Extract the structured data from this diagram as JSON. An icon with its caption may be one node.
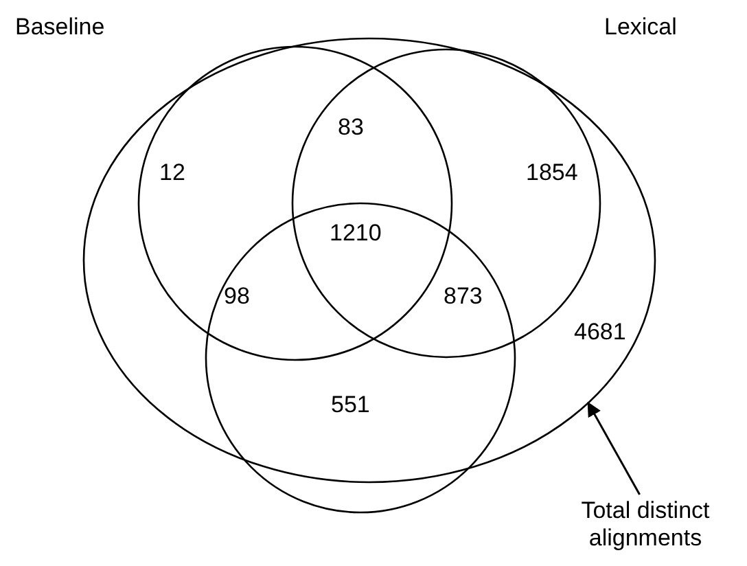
{
  "diagram": {
    "nodes": [
      {
        "text": [
          "4681"
        ]
      },
      {
        "text": [
          "Baseline"
        ],
        "in": 0
      },
      {
        "text": [
          "Lexical"
        ],
        "in": 0
      },
      {
        "text": [],
        "shape": "circle"
      },
      {
        "text": [
          "Total distinct alignments"
        ]
      }
    ],
    "edges": [
      {
        "from": 4,
        "to": 0,
        "arrow": "to"
      }
    ],
    "labels": [
      "83",
      "12",
      "1854",
      "1210",
      "98",
      "873",
      "551"
    ]
  }
}
